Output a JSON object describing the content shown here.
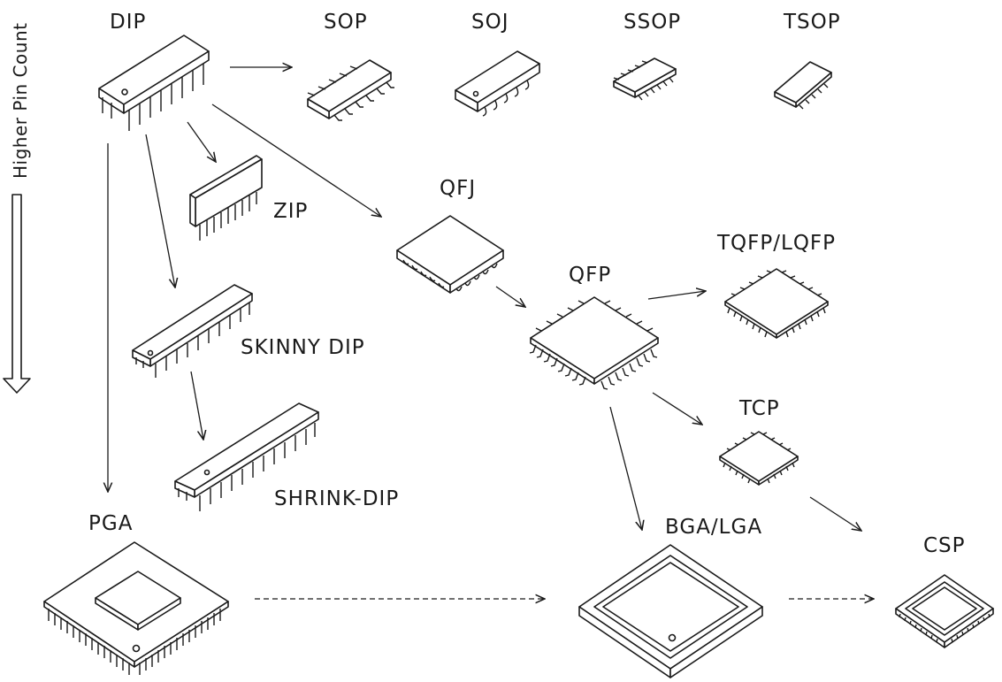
{
  "axis_label": "Higher Pin Count",
  "packages": {
    "dip": "DIP",
    "sop": "SOP",
    "soj": "SOJ",
    "ssop": "SSOP",
    "tsop": "TSOP",
    "zip": "ZIP",
    "qfj": "QFJ",
    "tqfp_lqfp": "TQFP/LQFP",
    "qfp": "QFP",
    "skinny_dip": "SKINNY DIP",
    "tcp": "TCP",
    "shrink_dip": "SHRINK-DIP",
    "pga": "PGA",
    "bga_lga": "BGA/LGA",
    "csp": "CSP"
  }
}
